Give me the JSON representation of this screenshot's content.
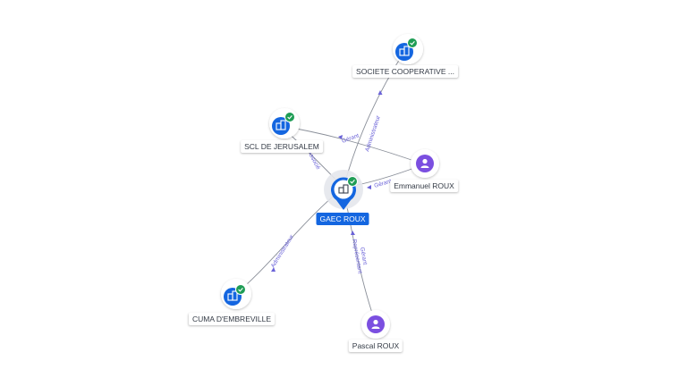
{
  "colors": {
    "company_blue": "#1466e0",
    "person_purple": "#7b4fe0",
    "check_green": "#1f9d55",
    "edge_gray": "#8a8f99",
    "edge_label": "#6a62d8"
  },
  "nodes": {
    "gaec": {
      "label": "GAEC ROUX",
      "icon": "building-icon",
      "type": "main-company"
    },
    "scoop": {
      "label": "SOCIETE COOPERATIVE ...",
      "icon": "building-icon",
      "type": "company"
    },
    "scl": {
      "label": "SCL DE JERUSALEM",
      "icon": "building-icon",
      "type": "company"
    },
    "cuma": {
      "label": "CUMA D'EMBREVILLE",
      "icon": "building-icon",
      "type": "company"
    },
    "emmanuel": {
      "label": "Emmanuel ROUX",
      "icon": "person-icon",
      "type": "person"
    },
    "pascal": {
      "label": "Pascal ROUX",
      "icon": "person-icon",
      "type": "person"
    }
  },
  "edges": {
    "gaec_scoop": "Administrateur",
    "emmanuel_scl": "Gérant",
    "scl_gaec": "Associé",
    "emmanuel_gaec": "Gérant",
    "gaec_cuma": "Administrateur",
    "pascal_gaec_1": "Gérant",
    "pascal_gaec_2": "Représentant"
  }
}
